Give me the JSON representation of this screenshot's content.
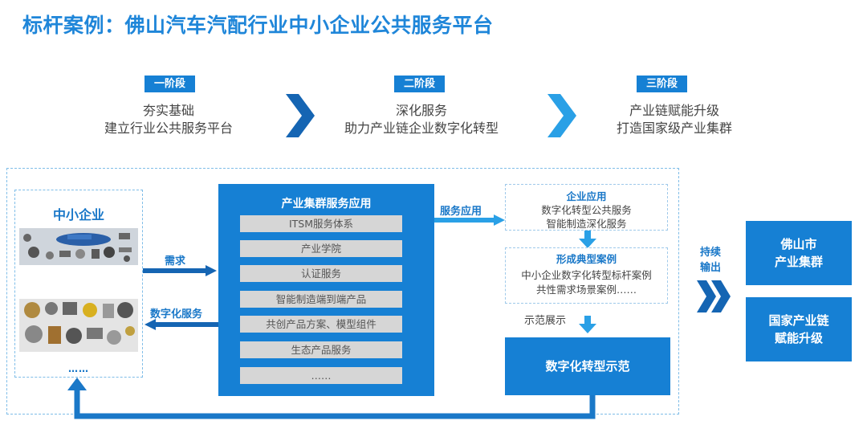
{
  "title": "标杆案例：佛山汽车汽配行业中小企业公共服务平台",
  "stages": [
    {
      "badge": "一阶段",
      "line1": "夯实基础",
      "line2": "建立行业公共服务平台"
    },
    {
      "badge": "二阶段",
      "line1": "深化服务",
      "line2": "助力产业链企业数字化转型"
    },
    {
      "badge": "三阶段",
      "line1": "产业链赋能升级",
      "line2": "打造国家级产业集群"
    }
  ],
  "sme": {
    "title": "中小企业",
    "more": "……"
  },
  "arrows": {
    "demand": "需求",
    "digital_service": "数字化服务",
    "service_apps": "服务应用",
    "demo_show": "示范展示"
  },
  "cluster": {
    "title": "产业集群服务应用",
    "items": [
      "ITSM服务体系",
      "产业学院",
      "认证服务",
      "智能制造端到端产品",
      "共创产品方案、模型组件",
      "生态产品服务",
      "……"
    ]
  },
  "enterprise_apps": {
    "title": "企业应用",
    "lines": [
      "数字化转型公共服务",
      "智能制造深化服务"
    ]
  },
  "typical_cases": {
    "title": "形成典型案例",
    "lines": [
      "中小企业数字化转型标杆案例",
      "共性需求场景案例……"
    ]
  },
  "demo": {
    "label": "数字化转型示范"
  },
  "output": {
    "line1": "持续",
    "line2": "输出"
  },
  "outcomes": [
    {
      "line1": "佛山市",
      "line2": "产业集群"
    },
    {
      "line1": "国家产业链",
      "line2": "赋能升级"
    }
  ],
  "colors": {
    "primary": "#1680d4",
    "title": "#1f86d9",
    "item_bg": "#d6d6d6"
  }
}
